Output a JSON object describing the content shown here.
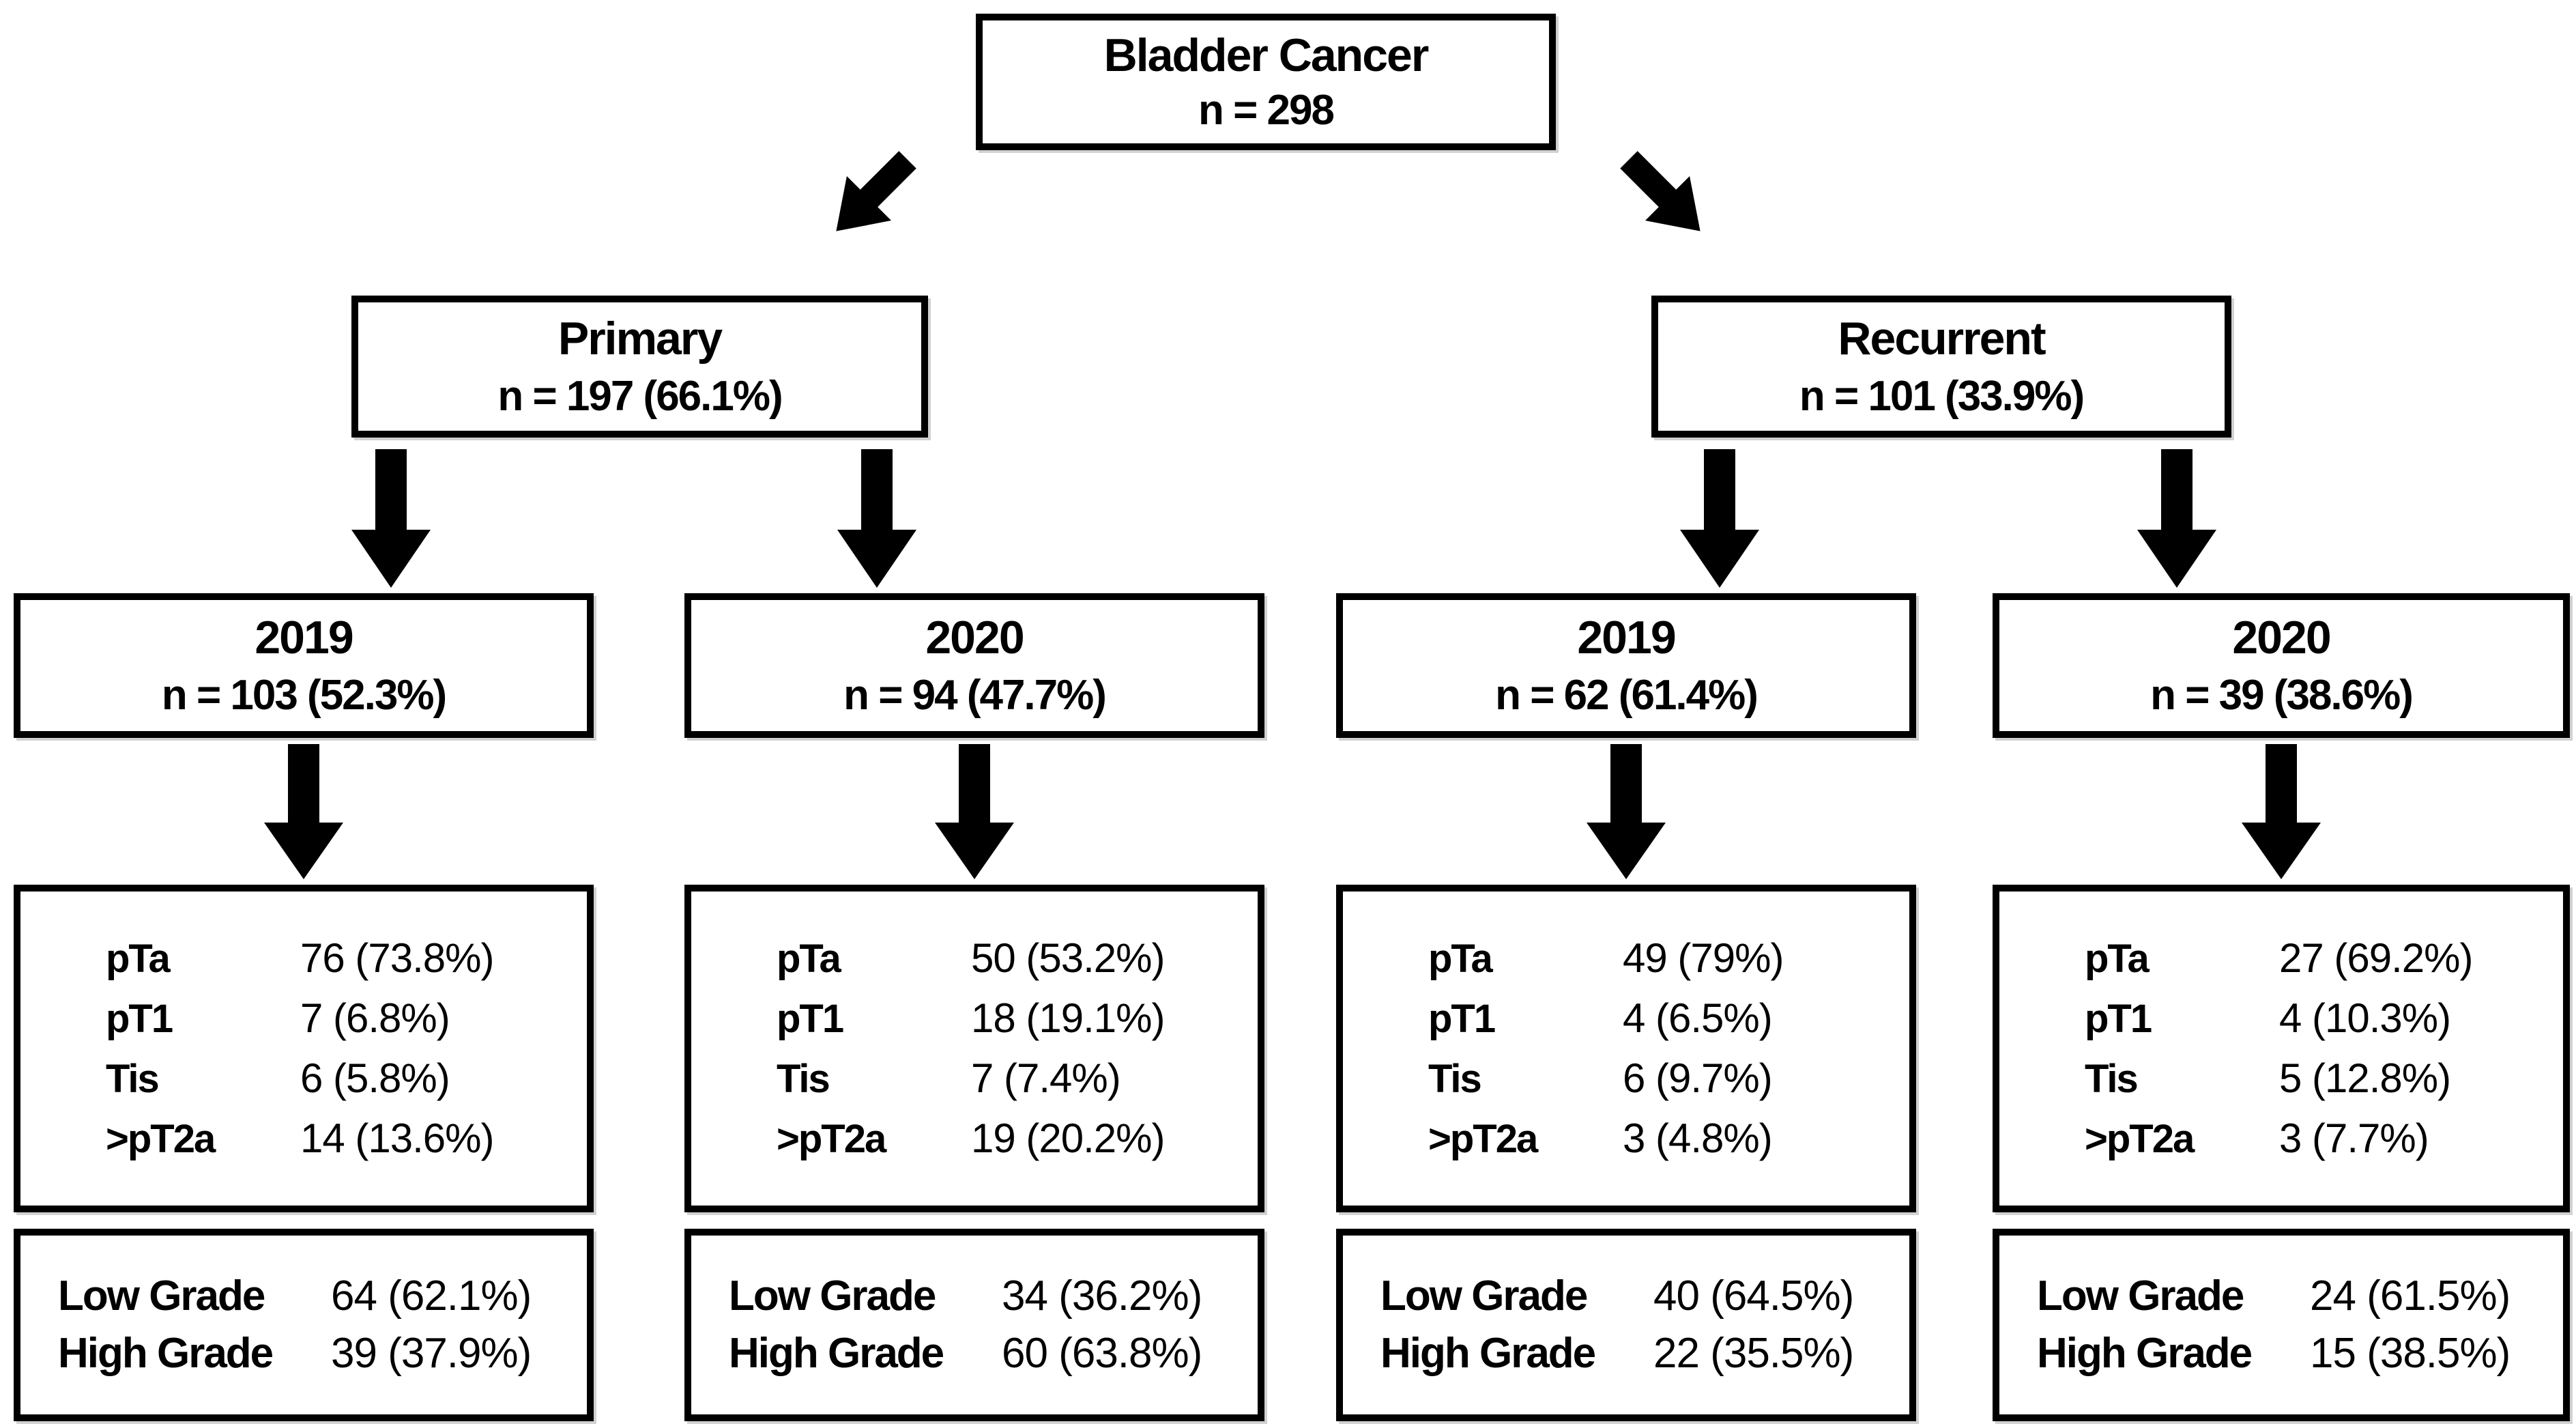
{
  "figure": {
    "type": "flowchart",
    "colors": {
      "ink": "#000000",
      "paper": "#ffffff"
    }
  },
  "root": {
    "title": "Bladder Cancer",
    "n": "n = 298"
  },
  "branches": [
    {
      "title": "Primary",
      "n": "n = 197 (66.1%)"
    },
    {
      "title": "Recurrent",
      "n": "n = 101 (33.9%)"
    }
  ],
  "columns": [
    {
      "branch": "Primary",
      "year": "2019",
      "n": "n = 103 (52.3%)",
      "stages": [
        {
          "label": "pTa",
          "value": "76 (73.8%)"
        },
        {
          "label": "pT1",
          "value": "7 (6.8%)"
        },
        {
          "label": "Tis",
          "value": "6 (5.8%)"
        },
        {
          "label": ">pT2a",
          "value": "14 (13.6%)"
        }
      ],
      "grades": [
        {
          "label": "Low Grade",
          "value": "64 (62.1%)"
        },
        {
          "label": "High Grade",
          "value": "39 (37.9%)"
        }
      ]
    },
    {
      "branch": "Primary",
      "year": "2020",
      "n": "n = 94 (47.7%)",
      "stages": [
        {
          "label": "pTa",
          "value": "50 (53.2%)"
        },
        {
          "label": "pT1",
          "value": "18 (19.1%)"
        },
        {
          "label": "Tis",
          "value": "7 (7.4%)"
        },
        {
          "label": ">pT2a",
          "value": "19 (20.2%)"
        }
      ],
      "grades": [
        {
          "label": "Low Grade",
          "value": "34 (36.2%)"
        },
        {
          "label": "High Grade",
          "value": "60 (63.8%)"
        }
      ]
    },
    {
      "branch": "Recurrent",
      "year": "2019",
      "n": "n = 62 (61.4%)",
      "stages": [
        {
          "label": "pTa",
          "value": "49 (79%)"
        },
        {
          "label": "pT1",
          "value": "4 (6.5%)"
        },
        {
          "label": "Tis",
          "value": "6 (9.7%)"
        },
        {
          "label": ">pT2a",
          "value": "3 (4.8%)"
        }
      ],
      "grades": [
        {
          "label": "Low Grade",
          "value": "40 (64.5%)"
        },
        {
          "label": "High Grade",
          "value": "22 (35.5%)"
        }
      ]
    },
    {
      "branch": "Recurrent",
      "year": "2020",
      "n": "n = 39 (38.6%)",
      "stages": [
        {
          "label": "pTa",
          "value": "27 (69.2%)"
        },
        {
          "label": "pT1",
          "value": "4 (10.3%)"
        },
        {
          "label": "Tis",
          "value": "5 (12.8%)"
        },
        {
          "label": ">pT2a",
          "value": "3 (7.7%)"
        }
      ],
      "grades": [
        {
          "label": "Low Grade",
          "value": "24 (61.5%)"
        },
        {
          "label": "High Grade",
          "value": "15 (38.5%)"
        }
      ]
    }
  ]
}
